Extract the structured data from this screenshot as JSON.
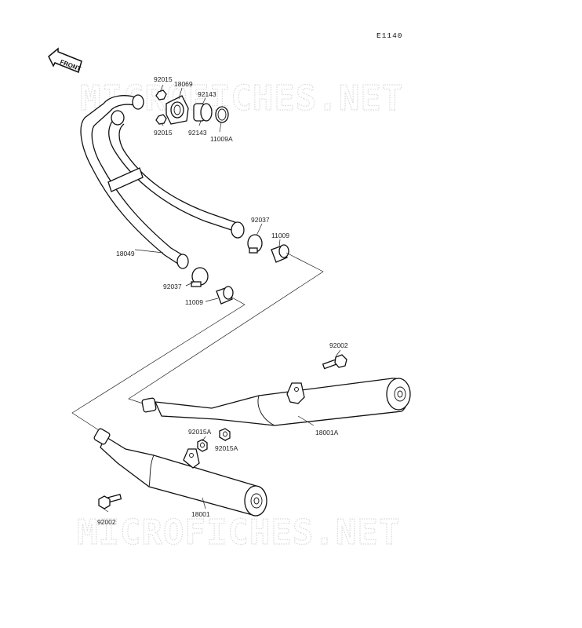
{
  "diagram": {
    "code": "E1140",
    "front_label": "FRONT",
    "watermark": "MICROFICHES.NET",
    "labels": {
      "p92015_top": "92015",
      "p92015_bottom": "92015",
      "p18069": "18069",
      "p92143_top": "92143",
      "p92143_bottom": "92143",
      "p11009A": "11009A",
      "p92037_right": "92037",
      "p11009_right": "11009",
      "p18049": "18049",
      "p92037_left": "92037",
      "p11009_left": "11009",
      "p92002_top": "92002",
      "p18001A": "18001A",
      "p92015A_left": "92015A",
      "p92015A_right": "92015A",
      "p18001": "18001",
      "p92002_bottom": "92002"
    }
  }
}
